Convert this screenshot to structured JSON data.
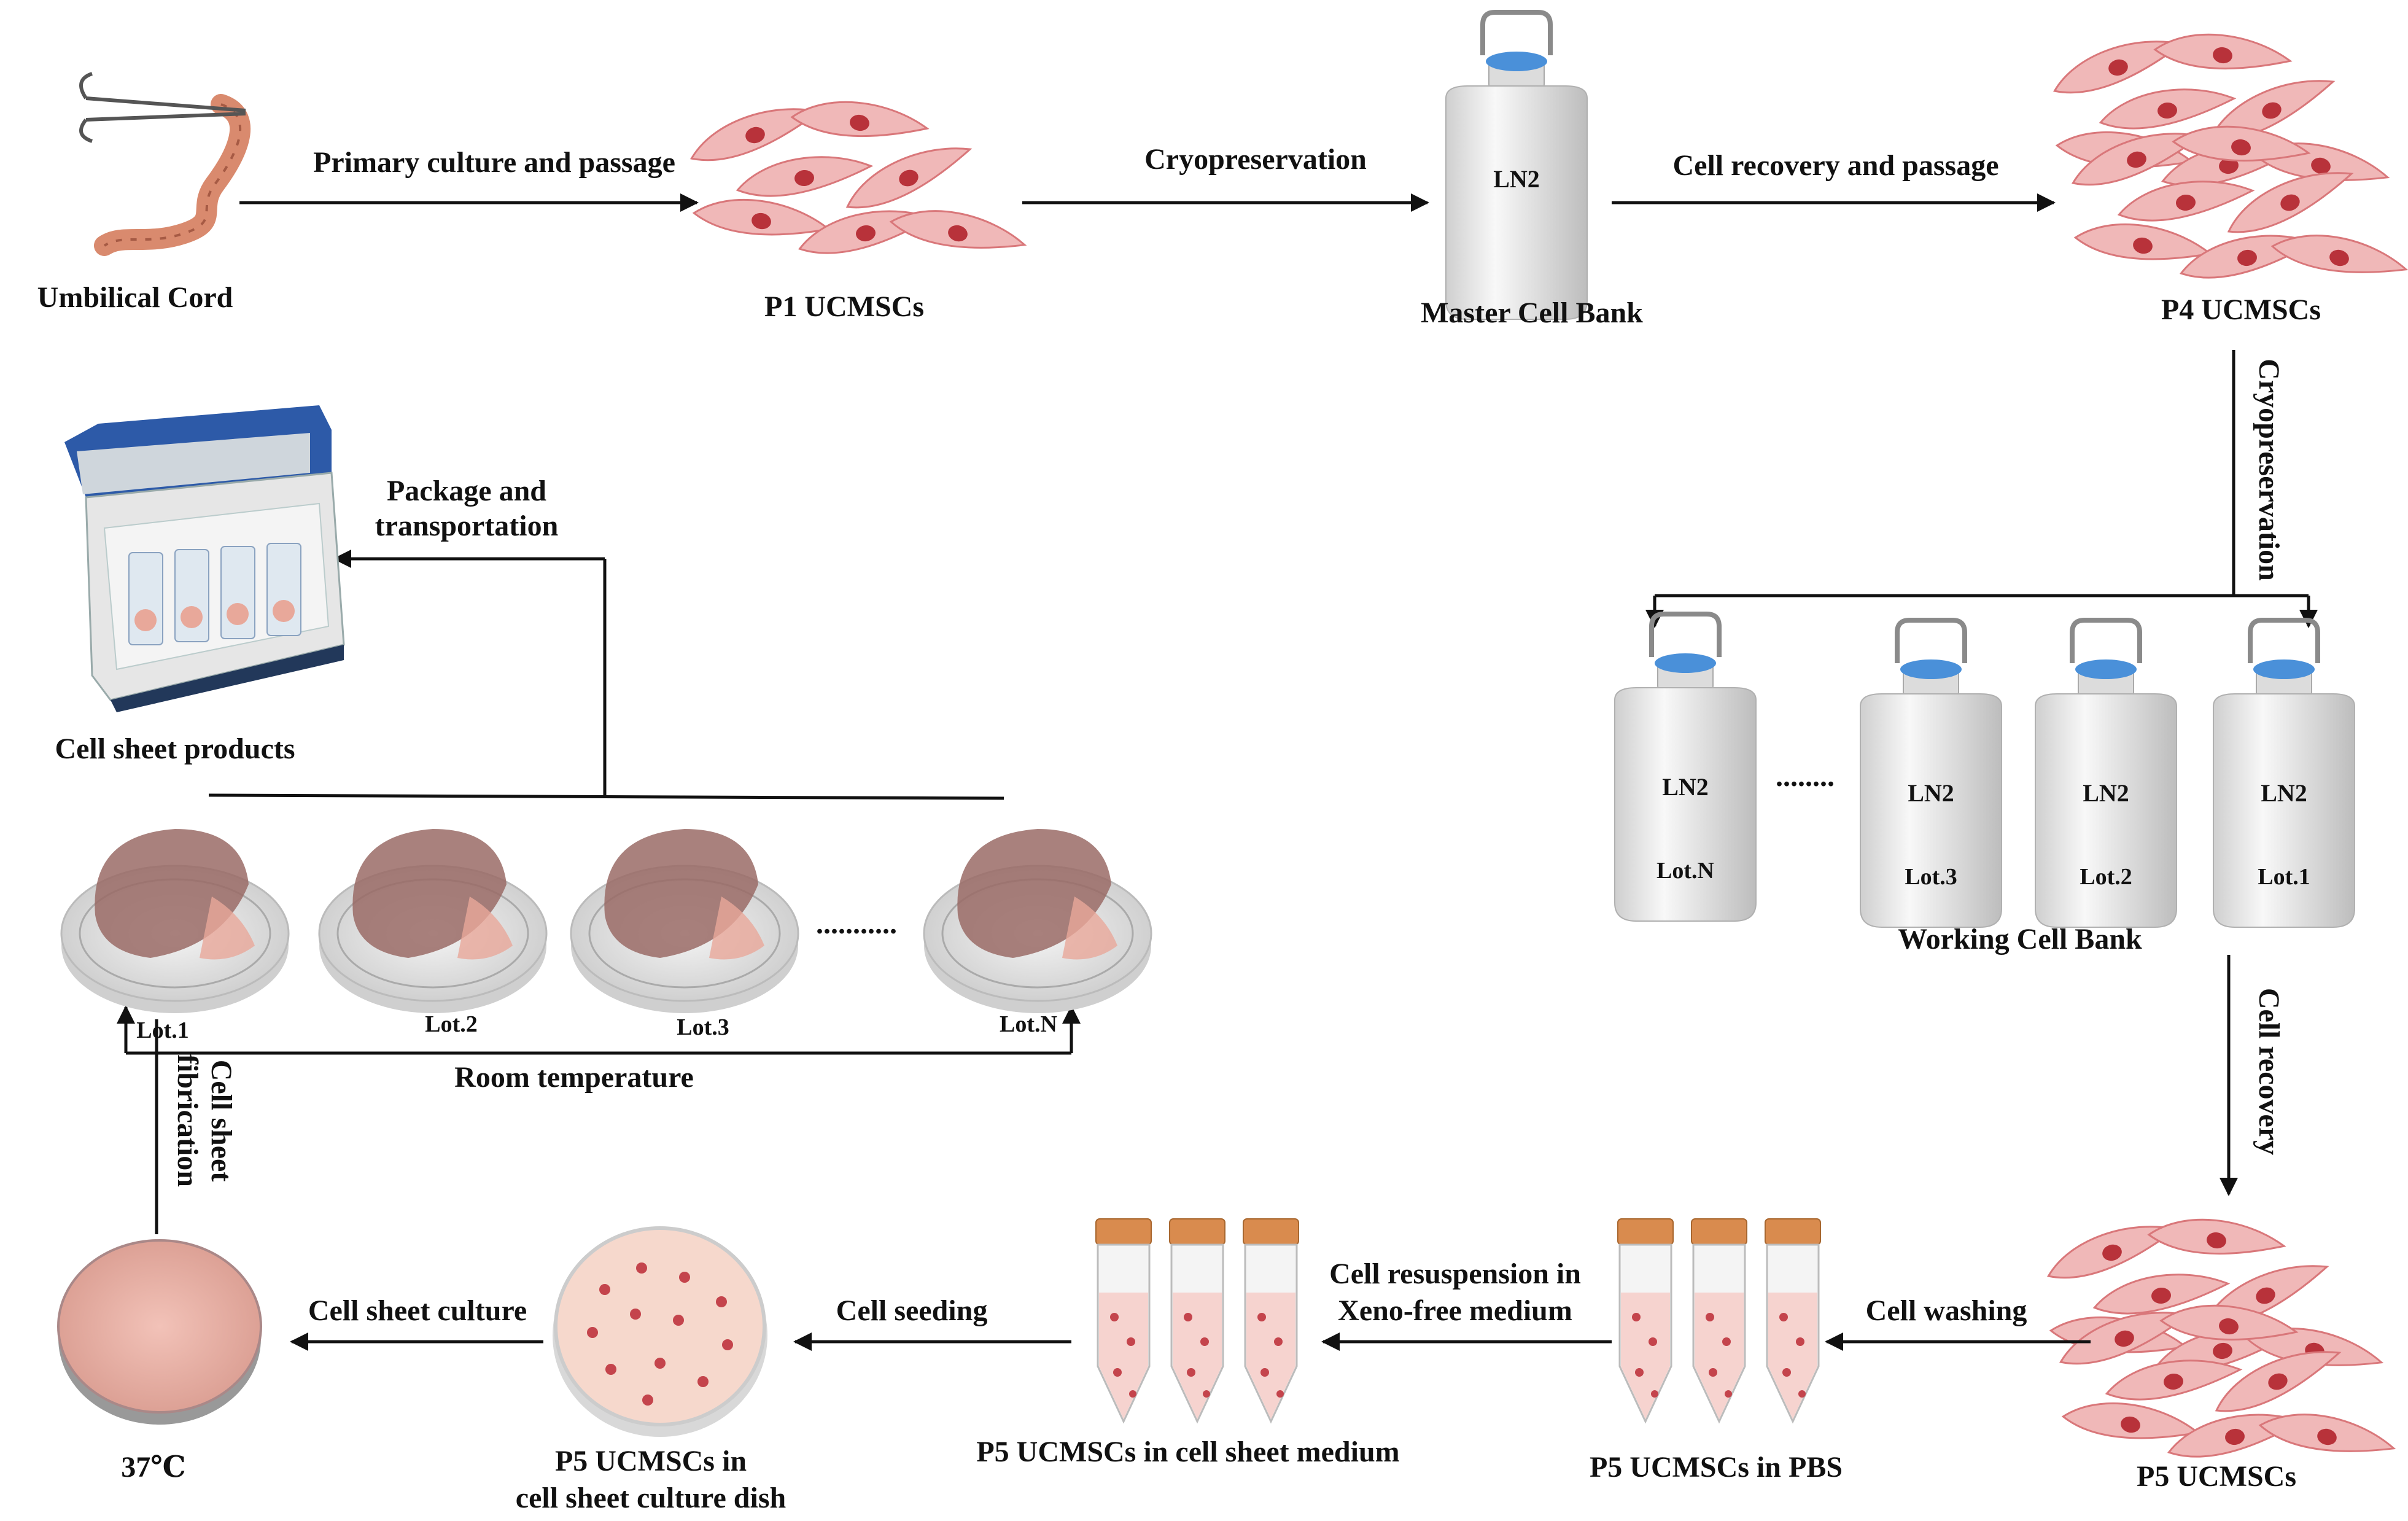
{
  "colors": {
    "arrow": "#111111",
    "cell_fill": "#f0b8b8",
    "cell_edge": "#d9777a",
    "nucleus": "#b8323a",
    "tank_body": "#eeeeee",
    "tank_lid": "#4a90d9",
    "tube_cap": "#d98b4e",
    "tube_liquid": "#f6d3cf",
    "dish_rim": "#d8d8d8",
    "sheet": "#9a6b66",
    "cord": "#d98a6e"
  },
  "stages": {
    "umbilical_cord": "Umbilical Cord",
    "p1": "P1 UCMSCs",
    "master_bank": "Master Cell Bank",
    "p4": "P4 UCMSCs",
    "working_bank": "Working Cell Bank",
    "p5": "P5 UCMSCs",
    "p5_pbs": "P5 UCMSCs in PBS",
    "p5_sheet_medium": "P5 UCMSCs in cell sheet medium",
    "p5_dish_line1": "P5 UCMSCs in",
    "p5_dish_line2": "cell sheet culture dish",
    "temp_37": "37℃",
    "products": "Cell sheet products"
  },
  "steps": {
    "primary_culture": "Primary culture and passage",
    "cryo1": "Cryopreservation",
    "recovery_passage": "Cell recovery and passage",
    "cryo2": "Cryopreservation",
    "cell_recovery": "Cell recovery",
    "cell_washing": "Cell washing",
    "resuspension_line1": "Cell resuspension in",
    "resuspension_line2": "Xeno-free medium",
    "seeding": "Cell seeding",
    "sheet_culture": "Cell sheet culture",
    "fabrication_line1": "Cell sheet",
    "fabrication_line2": "fibrication",
    "room_temp": "Room temperature",
    "package_line1": "Package and",
    "package_line2": "transportation"
  },
  "tanks": {
    "ln2": "LN2",
    "master": "LN2",
    "lots": [
      "Lot.N",
      "Lot.3",
      "Lot.2",
      "Lot.1"
    ],
    "dots": "........"
  },
  "dishes": {
    "lots": [
      "Lot.1",
      "Lot.2",
      "Lot.3",
      "Lot.N"
    ],
    "dots": "..........."
  }
}
